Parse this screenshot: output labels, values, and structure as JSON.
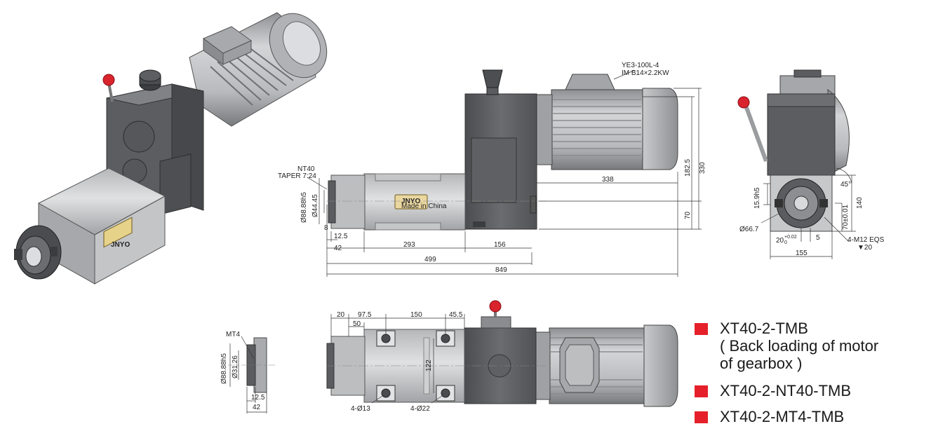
{
  "colors": {
    "accent": "#e5202a",
    "body_dark": "#5a5c5f",
    "body_light": "#c7c8ca",
    "motor": "#a9abae"
  },
  "motor_label": {
    "line1": "YE3-100L-4",
    "line2": "IM B14×2.2KW"
  },
  "brand": {
    "name": "JNYO",
    "sub": "Made in China"
  },
  "front_view": {
    "nt40": "NT40",
    "taper": "TAPER 7:24",
    "d_flange": "Ø88.88h5",
    "d_bore": "Ø44.45",
    "dims": {
      "d8": "8",
      "d12_5": "12.5",
      "d42": "42",
      "d293": "293",
      "d156": "156",
      "d499": "499",
      "d849": "849",
      "d338": "338",
      "d182_5": "182.5",
      "d330": "330",
      "d70": "70"
    }
  },
  "side_view": {
    "d66_7": "Ø66.7",
    "d15_9": "15.9h5",
    "d140": "140",
    "d70t": "70±0.01",
    "d45": "45°",
    "d20": "20",
    "tol": "+0.02",
    "tol0": "0",
    "d5": "5",
    "d155": "155",
    "thread": "4-M12 EQS",
    "depth": "▼20"
  },
  "mt4_view": {
    "label": "MT4",
    "d_flange": "Ø88.88h5",
    "d_bore": "Ø31.26",
    "d12_5": "12.5",
    "d42": "42"
  },
  "bottom_view": {
    "d20": "20",
    "d97_5": "97.5",
    "d50": "50",
    "d150": "150",
    "d45_5": "45.5",
    "d122": "122",
    "holes_small": "4-Ø13",
    "holes_large": "4-Ø22"
  },
  "models": [
    {
      "name": "XT40-2-TMB",
      "note_1": "( Back loading of motor",
      "note_2": "of gearbox )"
    },
    {
      "name": "XT40-2-NT40-TMB"
    },
    {
      "name": "XT40-2-MT4-TMB"
    }
  ]
}
